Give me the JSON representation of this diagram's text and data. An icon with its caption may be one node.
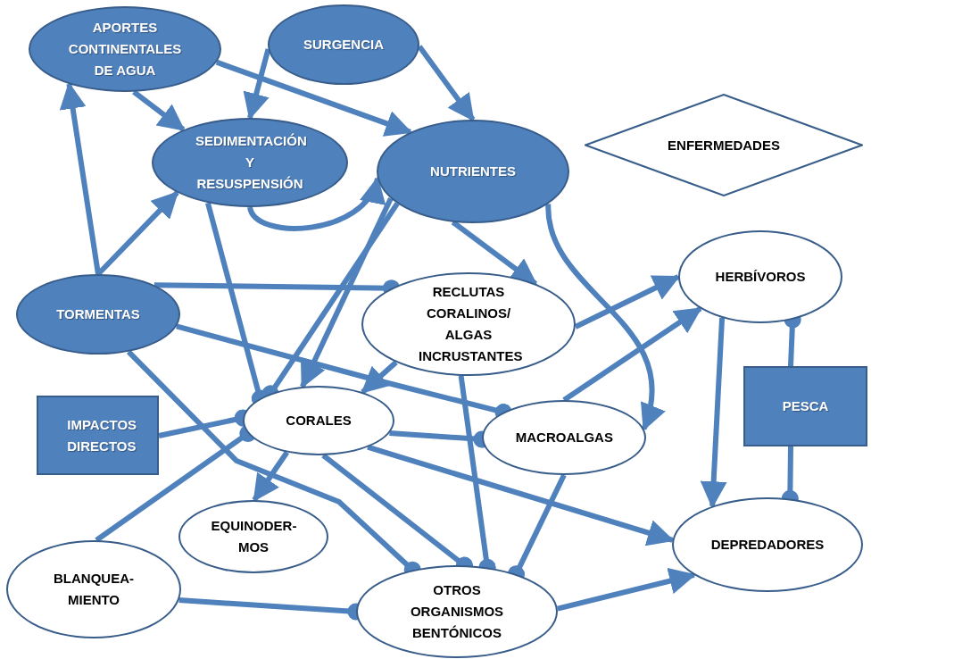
{
  "diagram": {
    "nodes": [
      {
        "text": [
          "APORTES CONTINENTALES DE AGUA"
        ]
      },
      {
        "text": [
          "SURGENCIA"
        ]
      },
      {
        "text": [
          "SEDIMENTACIÓN Y RESUSPENSIÓN"
        ]
      },
      {
        "text": [
          "NUTRIENTES"
        ]
      },
      {
        "text": [
          "ENFERMEDADES"
        ]
      },
      {
        "text": [
          "TORMENTAS"
        ]
      },
      {
        "text": [
          "RECLUTAS CORALINOS/ ALGAS INCRUSTANTES"
        ]
      },
      {
        "text": [
          "HERBÍVOROS"
        ]
      },
      {
        "text": [
          "IMPACTOS DIRECTOS"
        ]
      },
      {
        "text": [
          "CORALES"
        ]
      },
      {
        "text": [
          "MACROALGAS"
        ]
      },
      {
        "text": [
          "PESCA"
        ]
      },
      {
        "text": [
          "EQUINODER- MOS"
        ]
      },
      {
        "text": [
          "DEPREDADORES"
        ]
      },
      {
        "text": [
          "BLANQUEA- MIENTO"
        ]
      },
      {
        "text": [
          "OTROS ORGANISMOS BENTÓNICOS"
        ]
      }
    ],
    "edges": [
      {
        "from": 0,
        "to": 2,
        "arrow": "to"
      },
      {
        "from": 0,
        "to": 3,
        "arrow": "to"
      },
      {
        "from": 1,
        "to": 2,
        "arrow": "to"
      },
      {
        "from": 1,
        "to": 3,
        "arrow": "to"
      },
      {
        "from": 2,
        "to": 3,
        "arrow": "to"
      },
      {
        "from": 5,
        "to": 0,
        "arrow": "to"
      },
      {
        "from": 5,
        "to": 2,
        "arrow": "to"
      },
      {
        "from": 2,
        "to": 9,
        "arrow": "other"
      },
      {
        "from": 3,
        "to": 9,
        "arrow": "to"
      },
      {
        "from": 3,
        "to": 9,
        "arrow": "other"
      },
      {
        "from": 3,
        "to": 6,
        "arrow": "to"
      },
      {
        "from": 3,
        "to": 10,
        "arrow": "to"
      },
      {
        "from": 5,
        "to": 6,
        "arrow": "other"
      },
      {
        "from": 5,
        "to": 10,
        "arrow": "other"
      },
      {
        "from": 5,
        "to": 15,
        "arrow": "other"
      },
      {
        "from": 6,
        "to": 9,
        "arrow": "to"
      },
      {
        "from": 6,
        "to": 7,
        "arrow": "to"
      },
      {
        "from": 6,
        "to": 15,
        "arrow": "other"
      },
      {
        "from": 8,
        "to": 9,
        "arrow": "other"
      },
      {
        "from": 14,
        "to": 9,
        "arrow": "other"
      },
      {
        "from": 9,
        "to": 10,
        "arrow": "other"
      },
      {
        "from": 9,
        "to": 12,
        "arrow": "to"
      },
      {
        "from": 9,
        "to": 15,
        "arrow": "other"
      },
      {
        "from": 9,
        "to": 13,
        "arrow": "to"
      },
      {
        "from": 10,
        "to": 7,
        "arrow": "to"
      },
      {
        "from": 10,
        "to": 15,
        "arrow": "other"
      },
      {
        "from": 14,
        "to": 15,
        "arrow": "other"
      },
      {
        "from": 15,
        "to": 13,
        "arrow": "to"
      },
      {
        "from": 7,
        "to": 13,
        "arrow": "to"
      },
      {
        "from": 11,
        "to": 7,
        "arrow": "other"
      },
      {
        "from": 11,
        "to": 13,
        "arrow": "other"
      }
    ]
  }
}
